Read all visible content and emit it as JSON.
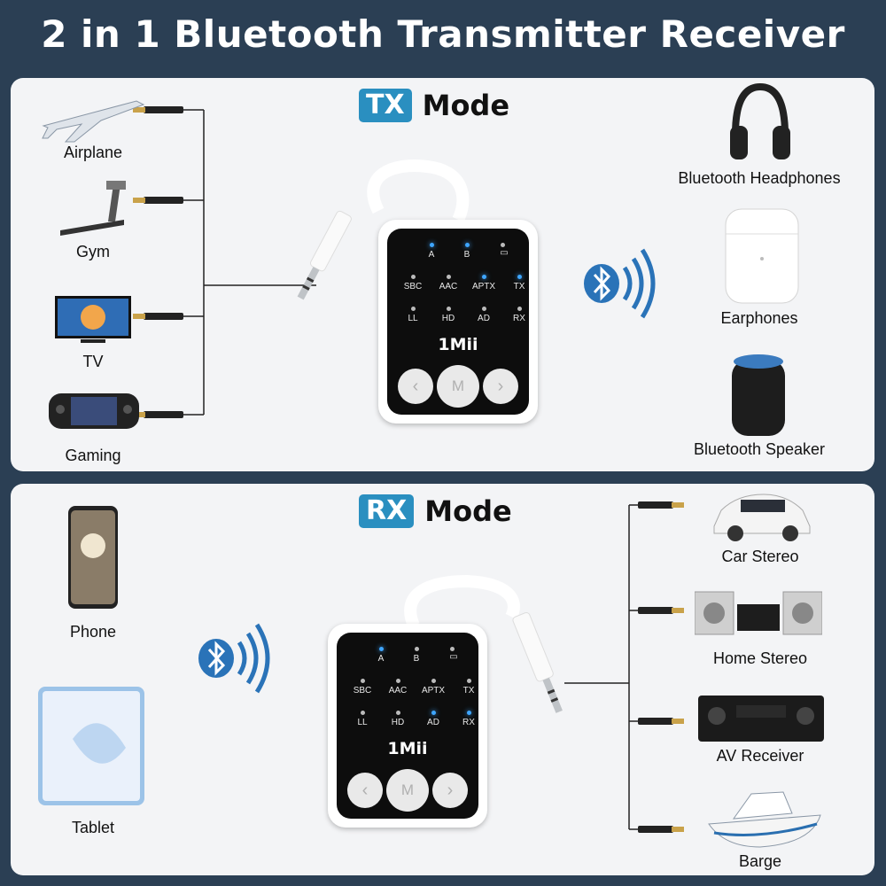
{
  "title": "2 in 1 Bluetooth Transmitter Receiver",
  "tx": {
    "badge": "TX",
    "mode": "Mode",
    "sources": [
      "Airplane",
      "Gym",
      "TV",
      "Gaming"
    ],
    "targets": [
      "Bluetooth Headphones",
      "Earphones",
      "Bluetooth Speaker"
    ]
  },
  "rx": {
    "badge": "RX",
    "mode": "Mode",
    "sources": [
      "Phone",
      "Tablet"
    ],
    "targets": [
      "Car Stereo",
      "Home Stereo",
      "AV Receiver",
      "Barge"
    ]
  },
  "device": {
    "leds_row1": [
      "A",
      "B"
    ],
    "leds_row2": [
      "SBC",
      "AAC",
      "APTX",
      "TX"
    ],
    "leds_row3": [
      "LL",
      "HD",
      "AD",
      "RX"
    ],
    "brand": "1Mii",
    "btn_prev": "‹",
    "btn_mode": "M",
    "btn_next": "›"
  },
  "icons": {
    "bluetooth": "bluetooth-icon",
    "accent": "#2a8fc0"
  }
}
